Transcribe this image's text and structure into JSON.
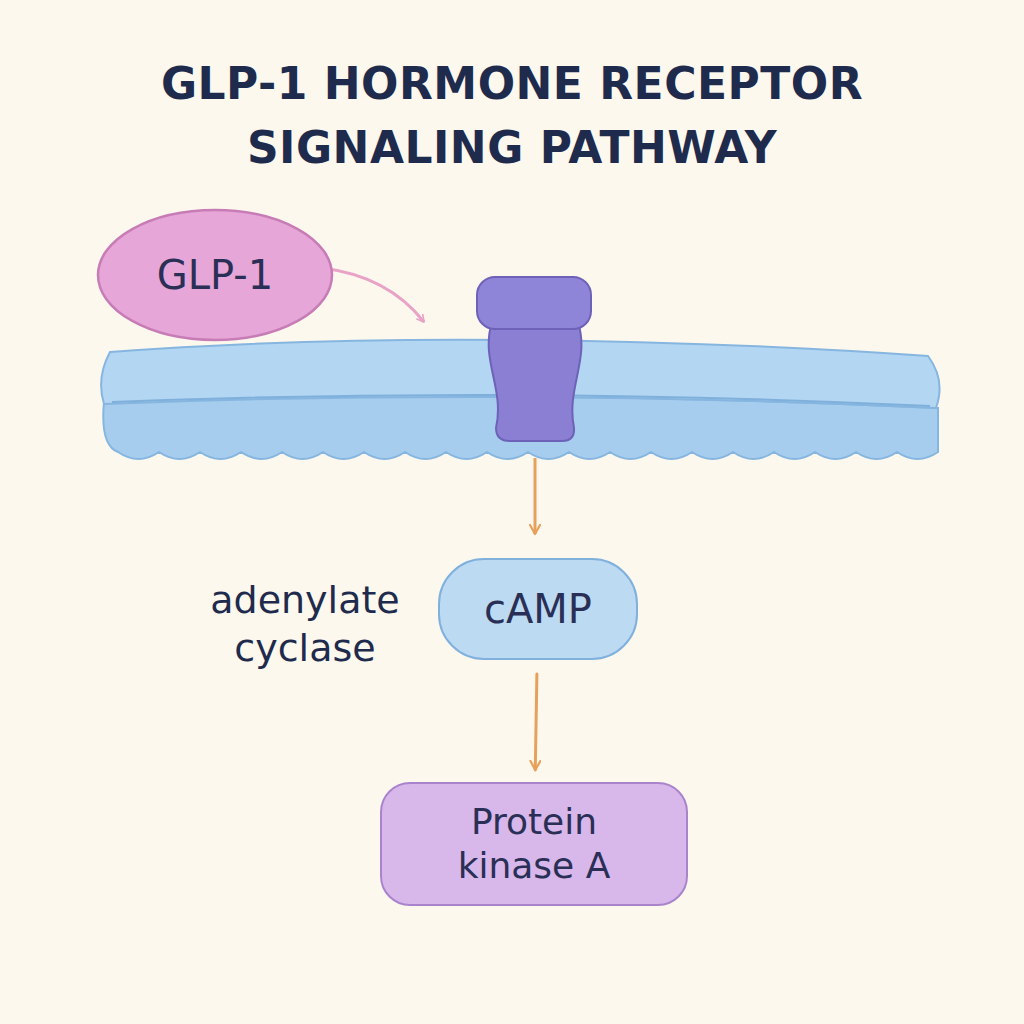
{
  "diagram": {
    "title": "GLP-1 HORMONE RECEPTOR SIGNALING PATHWAY",
    "nodes": [
      {
        "text": [
          "GLP-1"
        ]
      },
      {
        "text": [
          "cAMP"
        ]
      },
      {
        "text": [
          "Protein kinase A"
        ]
      }
    ],
    "edges": [
      {
        "from": 1,
        "to": 2,
        "arrow": "to"
      }
    ],
    "labels": [
      "adenylate cyclase"
    ]
  }
}
